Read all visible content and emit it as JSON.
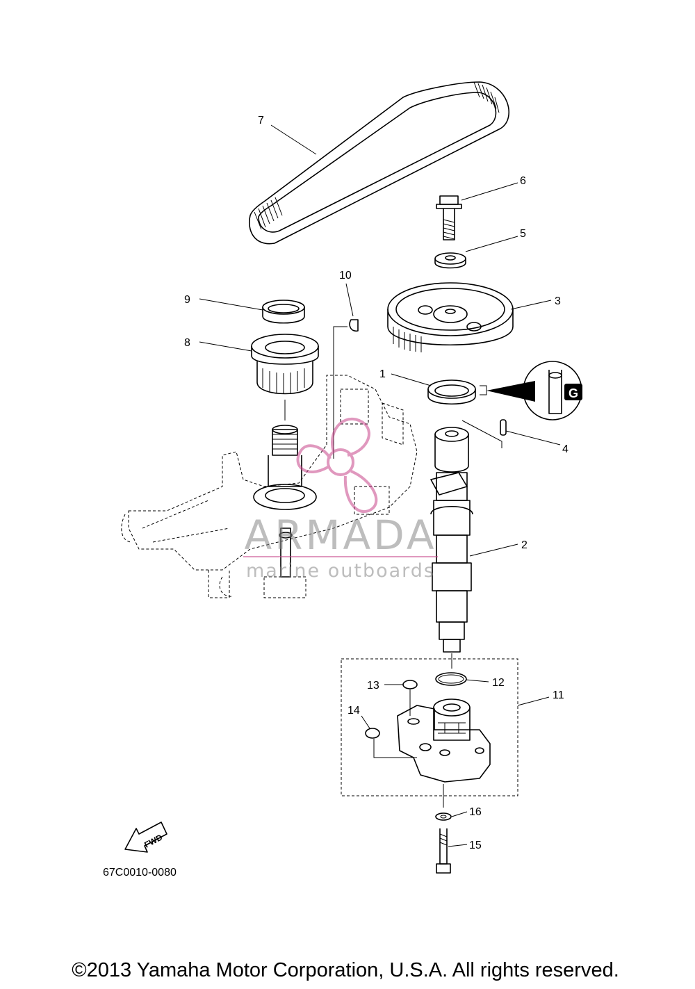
{
  "diagram": {
    "part_numbers": [
      "1",
      "2",
      "3",
      "4",
      "5",
      "6",
      "7",
      "8",
      "9",
      "10",
      "11",
      "12",
      "13",
      "14",
      "15",
      "16"
    ],
    "figure_code": "67C0010-0080",
    "fwd_label": "FWD",
    "copyright": "©2013 Yamaha Motor Corporation, U.S.A. All rights reserved.",
    "watermark": {
      "brand": "ARMADA",
      "tagline": "marine outboards",
      "color": "#c8448a"
    }
  }
}
